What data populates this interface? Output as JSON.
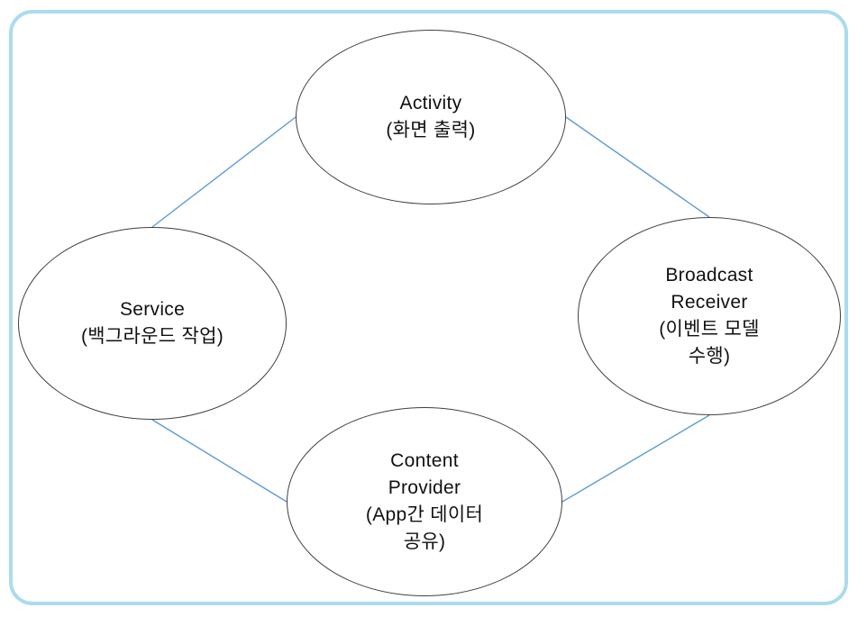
{
  "colors": {
    "background": "#ffffff",
    "frame_border": "#aadcee",
    "connector_line": "#5b9bd5",
    "ellipse_outline": "#404040",
    "text": "#111111"
  },
  "nodes": {
    "activity": {
      "title": "Activity",
      "subtitle": "(화면 출력)",
      "lines": [
        "Activity",
        "(화면 출력)"
      ]
    },
    "service": {
      "title": "Service",
      "subtitle": "(백그라운드 작업)",
      "lines": [
        "Service",
        "(백그라운드 작업)"
      ]
    },
    "broadcast": {
      "title": "Broadcast Receiver",
      "subtitle": "(이벤트 모델 수행)",
      "lines": [
        "Broadcast",
        "Receiver",
        "(이벤트 모델",
        "수행)"
      ]
    },
    "content": {
      "title": "Content Provider",
      "subtitle": "(App간 데이터 공유)",
      "lines": [
        "Content",
        "Provider",
        "(App간 데이터",
        "공유)"
      ]
    }
  }
}
